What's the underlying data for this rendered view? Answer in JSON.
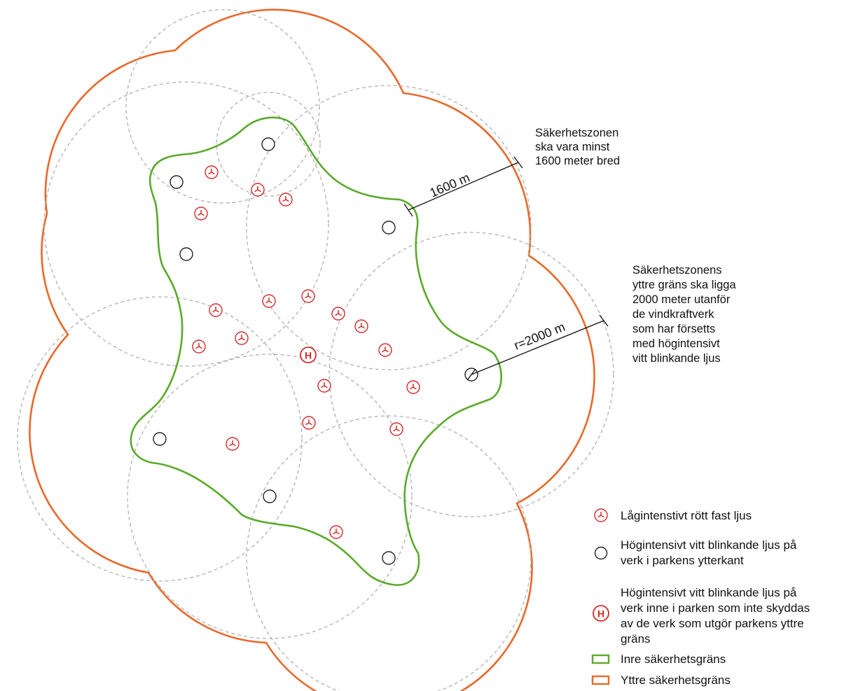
{
  "annotations": {
    "zone_width_note": [
      "Säkerhetszonen",
      "ska vara minst",
      "1600 meter bred"
    ],
    "outer_limit_note": [
      "Säkerhetszonens",
      "yttre gräns ska ligga",
      "2000 meter utanför",
      "de vindkraftverk",
      "som har försetts",
      "med högintensivt",
      "vitt blinkande ljus"
    ],
    "width_dimension_label": "1600 m",
    "radius_dimension_label": "r=2000 m"
  },
  "legend": {
    "red_light": "Lågintenstivt rött fast ljus",
    "white_edge_light": [
      "Högintensivt vitt blinkande ljus på",
      "verk i parkens ytterkant"
    ],
    "white_inner_light": [
      "Högintensivt vitt blinkande ljus på",
      "verk inne i parken som inte skyddas",
      "av de verk som utgör parkens yttre",
      "gräns"
    ],
    "inner_limit": "Inre säkerhetsgräns",
    "outer_limit": "Yttre säkerhetsgräns"
  },
  "icons": {
    "red_light_icon": "turbine-red-circle-icon",
    "white_light_icon": "hollow-circle-icon",
    "inner_white_light_icon": "h-circle-icon",
    "inner_white_light_letter": "H"
  },
  "colors": {
    "outer_limit": "#e8682a",
    "inner_limit": "#5aaa2a",
    "range_circle": "#b0b0b0",
    "red_light": "#d42a2a",
    "text": "#111111"
  }
}
